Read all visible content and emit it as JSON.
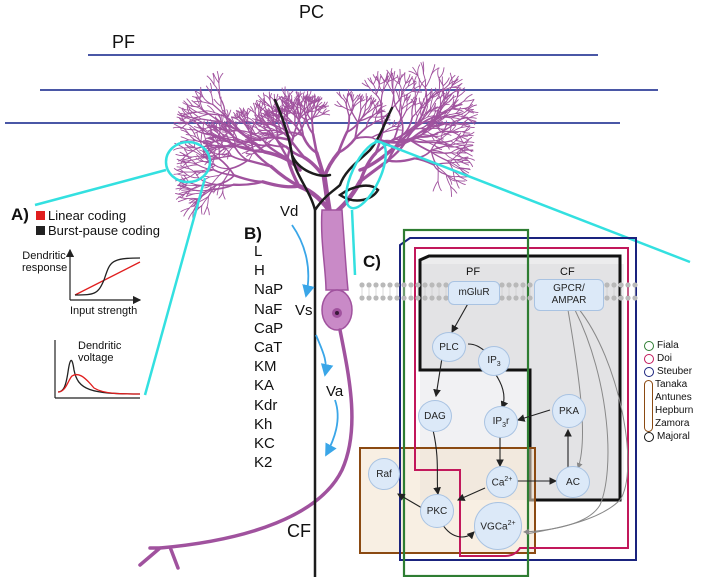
{
  "labels": {
    "pc": "PC",
    "pf": "PF",
    "cf": "CF",
    "vd": "Vd",
    "vs": "Vs",
    "va": "Va"
  },
  "panel_a": {
    "tag": "A)",
    "legend": [
      {
        "label": "Linear coding",
        "color": "#e01e1e"
      },
      {
        "label": "Burst-pause coding",
        "color": "#222222"
      }
    ],
    "plot1_ylabel": "Dendritic response",
    "plot1_xlabel": "Input strength",
    "plot2_ylabel": "Dendritic voltage"
  },
  "panel_b": {
    "tag": "B)",
    "channels": [
      "L",
      "H",
      "NaP",
      "NaF",
      "CaP",
      "CaT",
      "KM",
      "KA",
      "Kdr",
      "Kh",
      "KC",
      "K2"
    ]
  },
  "panel_c": {
    "tag": "C)",
    "pf_label": "PF",
    "cf_label": "CF",
    "receptors": {
      "mglur": "mGluR",
      "gpcr": "GPCR/",
      "ampar": "AMPAR"
    },
    "nodes": {
      "plc": "PLC",
      "ip3": "IP",
      "ip3_sub": "3",
      "dag": "DAG",
      "ip3r": "IP",
      "ip3r_sub": "3",
      "ip3r_suffix": "r",
      "pka": "PKA",
      "raf": "Raf",
      "ca": "Ca",
      "ca_sup": "2+",
      "ac": "AC",
      "pkc": "PKC",
      "vgca": "VGCa",
      "vgca_sup": "2+"
    },
    "models": [
      {
        "label": "Fiala",
        "color": "#2e7d32"
      },
      {
        "label": "Doi",
        "color": "#c2185b"
      },
      {
        "label": "Steuber",
        "color": "#1a237e"
      },
      {
        "label": "Tanaka",
        "color": "#8b4a12"
      },
      {
        "label": "Antunes",
        "color": "#8b4a12"
      },
      {
        "label": "Hepburn",
        "color": "#8b4a12"
      },
      {
        "label": "Zamora",
        "color": "#8b4a12"
      },
      {
        "label": "Majoral",
        "color": "#111111"
      }
    ]
  },
  "colors": {
    "neuron": "#a0529e",
    "neuron_fill": "#c98ac7",
    "pf_fiber": "#4a57a6",
    "climbing": "#1c1c1c",
    "cyan": "#33e0e0",
    "arrow_blue": "#3aa6e8"
  }
}
